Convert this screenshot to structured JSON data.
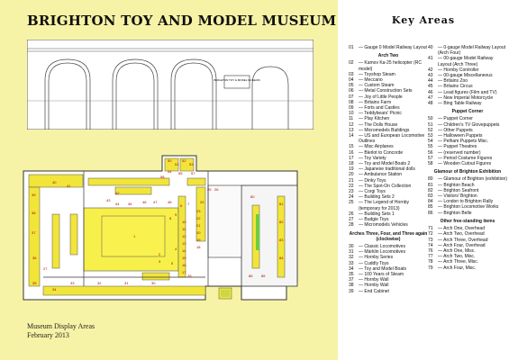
{
  "poster": {
    "title": "BRIGHTON TOY AND MODEL MUSEUM",
    "caption_line1": "Museum Display Areas",
    "caption_line2": "February 2013",
    "sign_text": "BRIGHTON TOY & MODEL MUSEUM"
  },
  "key": {
    "title": "Key Areas",
    "col1": [
      {
        "num": "01",
        "text": "Gauge 0 Model Railway Layout"
      },
      {
        "header": "Arch Two"
      },
      {
        "num": "02",
        "text": "Kamov Ka-25 helicopter (RC model)"
      },
      {
        "num": "03",
        "text": "Toyshop Steam"
      },
      {
        "num": "04",
        "text": "Meccano"
      },
      {
        "num": "05",
        "text": "Custom Steam"
      },
      {
        "num": "06",
        "text": "Metal Construction Sets"
      },
      {
        "num": "07",
        "text": "Joy of Little People"
      },
      {
        "num": "08",
        "text": "Britains Farm"
      },
      {
        "num": "09",
        "text": "Forts and Castles"
      },
      {
        "num": "10",
        "text": "Teddybears' Picnic"
      },
      {
        "num": "11",
        "text": "Play Kitchen"
      },
      {
        "num": "12",
        "text": "The Dolls House"
      },
      {
        "num": "13",
        "text": "Micromodels Buildings"
      },
      {
        "num": "14",
        "text": "US and European Locomotive Outlines"
      },
      {
        "num": "15",
        "text": "Misc Airplanes"
      },
      {
        "num": "16",
        "text": "Blerlot to Concorde"
      },
      {
        "num": "17",
        "text": "Toy Variety"
      },
      {
        "num": "18",
        "text": "Toy and Model Boats 2"
      },
      {
        "num": "19",
        "text": "Japanese traditional dolls"
      },
      {
        "num": "20",
        "text": "Ambulance Station"
      },
      {
        "num": "21",
        "text": "Dinky Toys"
      },
      {
        "num": "22",
        "text": "The Spot-On Collection"
      },
      {
        "num": "23",
        "text": "Corgi Toys"
      },
      {
        "num": "24",
        "text": "Building Sets 2"
      },
      {
        "num": "25",
        "text": "The Legend of Hornby (temporary for 2013)"
      },
      {
        "num": "26",
        "text": "Building Sets 1"
      },
      {
        "num": "27",
        "text": "Budgie Toys"
      },
      {
        "num": "28",
        "text": "Micromodels Vehicles"
      },
      {
        "header": "Arches Three, Four, and Three again (clockwise)"
      },
      {
        "num": "30",
        "text": "Classic Locomotives"
      },
      {
        "num": "31",
        "text": "Märklin Locomotives"
      },
      {
        "num": "32",
        "text": "Hornby Series"
      },
      {
        "num": "33",
        "text": "Cuddly Toys"
      },
      {
        "num": "34",
        "text": "Toy and Model Boats"
      },
      {
        "num": "35",
        "text": "100 Years of Steam"
      },
      {
        "num": "37",
        "text": "Hornby Wall"
      },
      {
        "num": "38",
        "text": "Hornby Wall"
      },
      {
        "num": "39",
        "text": "End Cabinet"
      }
    ],
    "col2": [
      {
        "num": "40",
        "text": "0-gauge Model Railway Layout (Arch Four)"
      },
      {
        "num": "41",
        "text": "00-gauge Model Railway Layout (Arch Three)"
      },
      {
        "num": "42",
        "text": "Hornby Controller"
      },
      {
        "num": "43",
        "text": "00-gauge Miscellaneous"
      },
      {
        "num": "44",
        "text": "Britains Zoo"
      },
      {
        "num": "45",
        "text": "Britains Circus"
      },
      {
        "num": "46",
        "text": "Lead figures (Film and TV)"
      },
      {
        "num": "47",
        "text": "New Imperial Motorcycle"
      },
      {
        "num": "48",
        "text": "Bing Table Railway"
      },
      {
        "header": "Puppet Corner"
      },
      {
        "num": "50",
        "text": "Puppet Corner"
      },
      {
        "num": "51",
        "text": "Children's TV Glovepuppets"
      },
      {
        "num": "52",
        "text": "Other Puppets"
      },
      {
        "num": "53",
        "text": "Halloween Puppets"
      },
      {
        "num": "54",
        "text": "Pelham Puppets Misc."
      },
      {
        "num": "55",
        "text": "Puppet Theatres"
      },
      {
        "num": "56",
        "text": "(reserved number)"
      },
      {
        "num": "57",
        "text": "Period Costume Figures"
      },
      {
        "num": "58",
        "text": "Wooden Cutout Figures"
      },
      {
        "header": "Glamour of Brighton Exhibition"
      },
      {
        "num": "80",
        "text": "Glamour of Brighton (exhibition)"
      },
      {
        "num": "81",
        "text": "Brighton Beach"
      },
      {
        "num": "82",
        "text": "Brighton Seafront"
      },
      {
        "num": "83",
        "text": "Visitors' Brighton"
      },
      {
        "num": "84",
        "text": "London to Brighton Rally"
      },
      {
        "num": "85",
        "text": "Brighton Locomotive Works"
      },
      {
        "num": "86",
        "text": "Brighton Belle"
      },
      {
        "header": "Other free-standing items"
      },
      {
        "num": "71",
        "text": "Arch One, Overhead"
      },
      {
        "num": "72",
        "text": "Arch Two, Overhead"
      },
      {
        "num": "73",
        "text": "Arch Three, Overhead"
      },
      {
        "num": "74",
        "text": "Arch Four, Overhead"
      },
      {
        "num": "76",
        "text": "Arch One, Misc."
      },
      {
        "num": "77",
        "text": "Arch Two, Misc."
      },
      {
        "num": "78",
        "text": "Arch Three, Misc."
      },
      {
        "num": "79",
        "text": "Arch Four, Misc."
      }
    ]
  },
  "plan_labels": [
    "1",
    "2",
    "3",
    "4",
    "5",
    "6",
    "7",
    "8",
    "9",
    "10",
    "11",
    "12",
    "13",
    "14",
    "15",
    "16",
    "17",
    "18",
    "19",
    "20",
    "21",
    "22",
    "23",
    "24",
    "25",
    "26",
    "27",
    "28",
    "30",
    "31",
    "32",
    "33",
    "34",
    "35",
    "36",
    "37",
    "38",
    "39",
    "40",
    "41",
    "42",
    "43",
    "44",
    "45",
    "46",
    "47",
    "48",
    "50",
    "51",
    "52",
    "53",
    "54",
    "55",
    "57",
    "58",
    "80",
    "81",
    "82",
    "83",
    "84",
    "85",
    "86"
  ]
}
